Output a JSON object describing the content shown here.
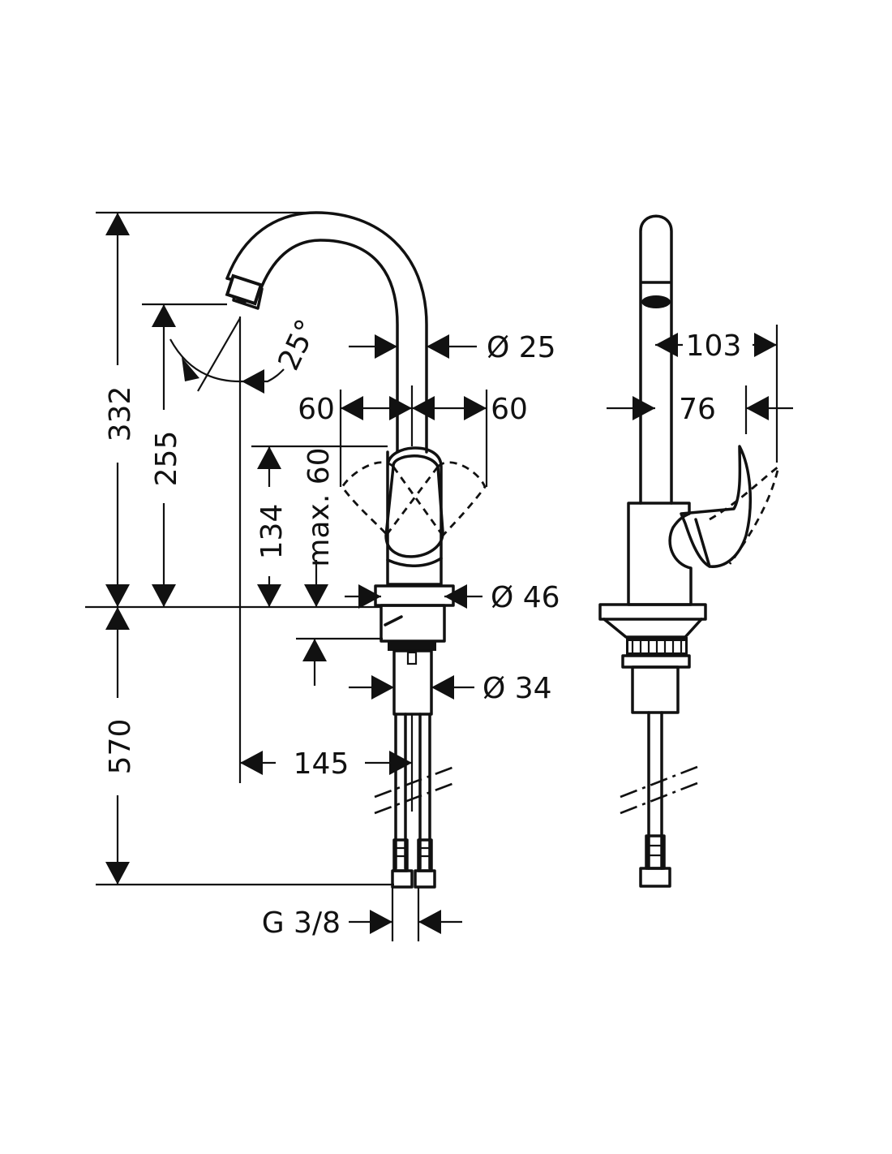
{
  "diagram": {
    "dimensions": {
      "spout_height": "332",
      "outlet_height": "255",
      "body_height": "134",
      "lever_clearance": "max. 60",
      "lever_left_rotation": "60",
      "lever_right_rotation": "60",
      "spout_angle": "25°",
      "spout_diameter": "Ø 25",
      "base_diameter": "Ø 46",
      "shank_diameter": "Ø 34",
      "spout_reach": "145",
      "hose_length": "570",
      "connection_thread": "G 3/8",
      "side_depth_total": "103",
      "side_depth_lever": "76"
    },
    "colors": {
      "line": "#111111",
      "background": "#ffffff"
    }
  }
}
